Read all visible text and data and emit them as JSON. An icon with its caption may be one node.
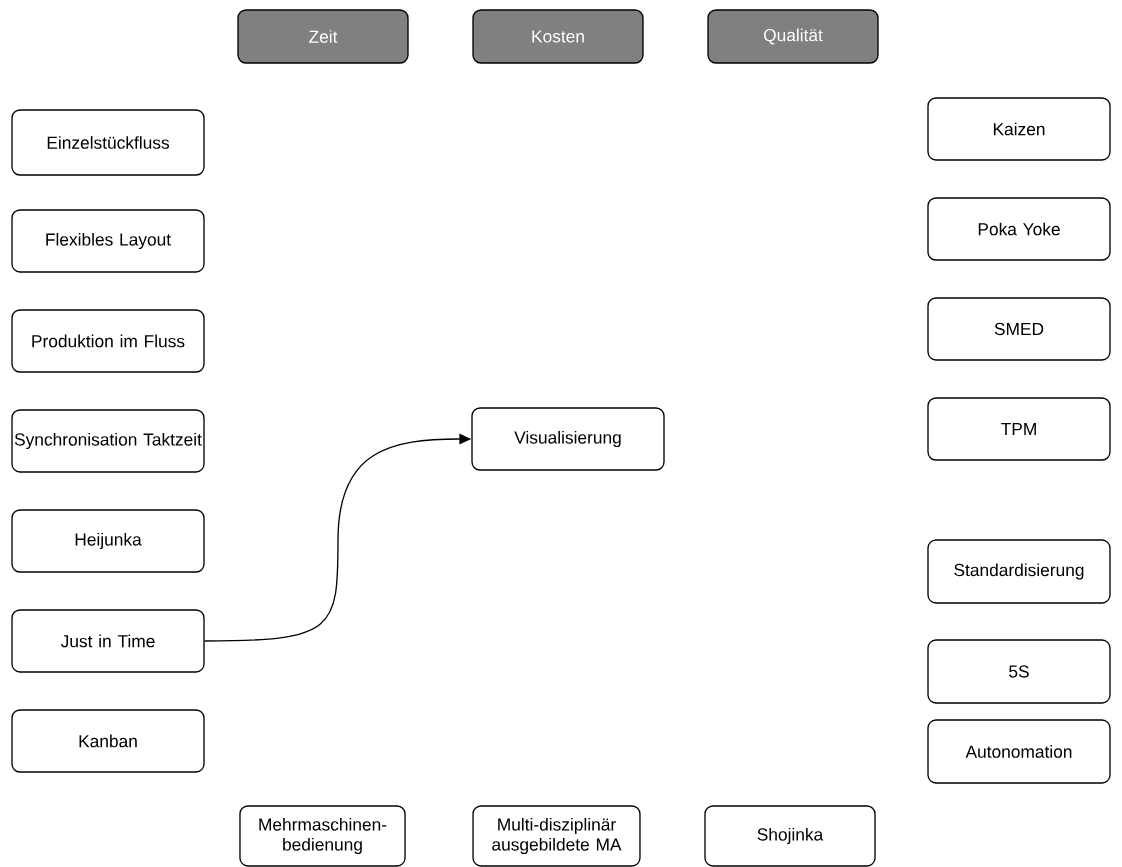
{
  "diagram": {
    "nodes": [
      {
        "text": [
          "Zeit"
        ]
      },
      {
        "text": [
          "Kosten"
        ]
      },
      {
        "text": [
          "Qualität"
        ]
      },
      {
        "text": [
          "Einzelstückfluss"
        ]
      },
      {
        "text": [
          "Flexibles Layout"
        ]
      },
      {
        "text": [
          "Produktion im Fluss"
        ]
      },
      {
        "text": [
          "Synchronisation Taktzeit"
        ]
      },
      {
        "text": [
          "Heijunka"
        ]
      },
      {
        "text": [
          "Just in Time"
        ]
      },
      {
        "text": [
          "Kanban"
        ]
      },
      {
        "text": [
          "Visualisierung"
        ]
      },
      {
        "text": [
          "Kaizen"
        ]
      },
      {
        "text": [
          "Poka Yoke"
        ]
      },
      {
        "text": [
          "SMED"
        ]
      },
      {
        "text": [
          "TPM"
        ]
      },
      {
        "text": [
          "Standardisierung"
        ]
      },
      {
        "text": [
          "5S"
        ]
      },
      {
        "text": [
          "Autonomation"
        ]
      },
      {
        "text": [
          "Mehrmaschinen-bedienung"
        ]
      },
      {
        "text": [
          "Multi-disziplinär ausgebildete MA"
        ]
      },
      {
        "text": [
          "Shojinka"
        ]
      }
    ],
    "edges": [
      {
        "from": 8,
        "to": 10,
        "arrow": "to"
      }
    ]
  }
}
